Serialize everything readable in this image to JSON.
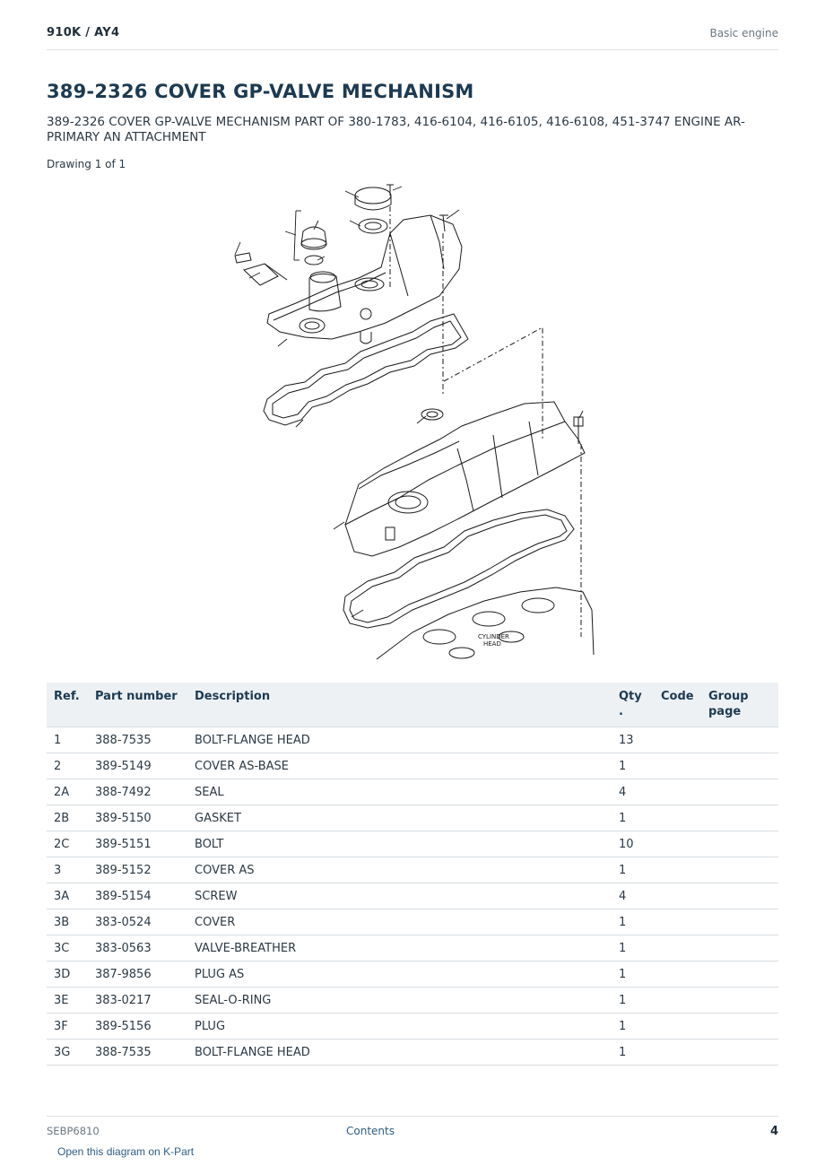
{
  "header": {
    "model": "910K  /  AY4",
    "section": "Basic engine"
  },
  "title": "389-2326 COVER GP-VALVE MECHANISM",
  "subtitle": "389-2326 COVER GP-VALVE MECHANISM PART OF 380-1783, 416-6104, 416-6105, 416-6108, 451-3747 ENGINE AR-PRIMARY AN ATTACHMENT",
  "drawing_label": "Drawing 1 of 1",
  "diagram": {
    "cylinder_head_label_1": "CYLINDER",
    "cylinder_head_label_2": "HEAD"
  },
  "table": {
    "headers": {
      "ref": "Ref.",
      "part_number": "Part number",
      "description": "Description",
      "qty_1": "Qty",
      "qty_2": ".",
      "code": "Code",
      "group_1": "Group",
      "group_2": "page"
    },
    "rows": [
      {
        "ref": "1",
        "part_number": "388-7535",
        "description": "BOLT-FLANGE HEAD",
        "qty": "13",
        "code": "",
        "group": ""
      },
      {
        "ref": "2",
        "part_number": "389-5149",
        "description": "COVER AS-BASE",
        "qty": "1",
        "code": "",
        "group": ""
      },
      {
        "ref": "2A",
        "part_number": "388-7492",
        "description": "SEAL",
        "qty": "4",
        "code": "",
        "group": ""
      },
      {
        "ref": "2B",
        "part_number": "389-5150",
        "description": "GASKET",
        "qty": "1",
        "code": "",
        "group": ""
      },
      {
        "ref": "2C",
        "part_number": "389-5151",
        "description": "BOLT",
        "qty": "10",
        "code": "",
        "group": ""
      },
      {
        "ref": "3",
        "part_number": "389-5152",
        "description": "COVER AS",
        "qty": "1",
        "code": "",
        "group": ""
      },
      {
        "ref": "3A",
        "part_number": "389-5154",
        "description": "SCREW",
        "qty": "4",
        "code": "",
        "group": ""
      },
      {
        "ref": "3B",
        "part_number": "383-0524",
        "description": "COVER",
        "qty": "1",
        "code": "",
        "group": ""
      },
      {
        "ref": "3C",
        "part_number": "383-0563",
        "description": "VALVE-BREATHER",
        "qty": "1",
        "code": "",
        "group": ""
      },
      {
        "ref": "3D",
        "part_number": "387-9856",
        "description": "PLUG AS",
        "qty": "1",
        "code": "",
        "group": ""
      },
      {
        "ref": "3E",
        "part_number": "383-0217",
        "description": "SEAL-O-RING",
        "qty": "1",
        "code": "",
        "group": ""
      },
      {
        "ref": "3F",
        "part_number": "389-5156",
        "description": "PLUG",
        "qty": "1",
        "code": "",
        "group": ""
      },
      {
        "ref": "3G",
        "part_number": "388-7535",
        "description": "BOLT-FLANGE HEAD",
        "qty": "1",
        "code": "",
        "group": ""
      }
    ]
  },
  "footer": {
    "doc_id": "SEBP6810",
    "contents_link": "Contents",
    "page_number": "4"
  },
  "kpart_link": "Open this diagram on K-Part"
}
